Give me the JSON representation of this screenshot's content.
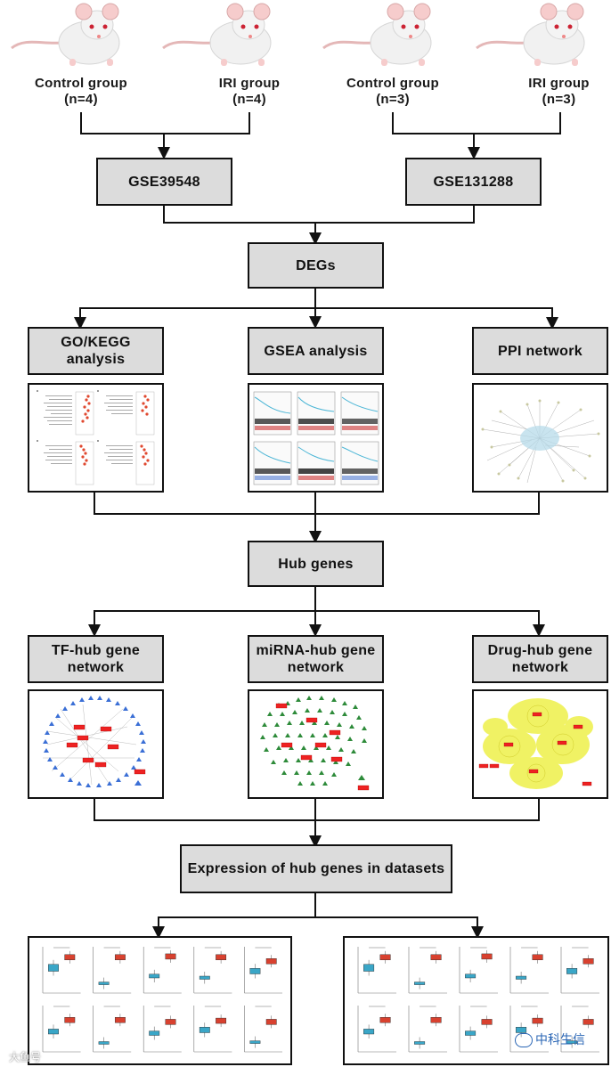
{
  "top_groups": [
    {
      "label": "Control group",
      "n": "(n=4)"
    },
    {
      "label": "IRI group",
      "n": "(n=4)"
    },
    {
      "label": "Control group",
      "n": "(n=3)"
    },
    {
      "label": "IRI group",
      "n": "(n=3)"
    }
  ],
  "datasets": [
    "GSE39548",
    "GSE131288"
  ],
  "degs": "DEGs",
  "analyses": [
    "GO/KEGG analysis",
    "GSEA analysis",
    "PPI network"
  ],
  "hub_genes": "Hub genes",
  "networks": [
    "TF-hub gene network",
    "miRNA-hub gene network",
    "Drug-hub gene network"
  ],
  "expression": "Expression of hub genes in datasets",
  "watermark_right": "中科生信",
  "watermark_left": "大鱼号"
}
